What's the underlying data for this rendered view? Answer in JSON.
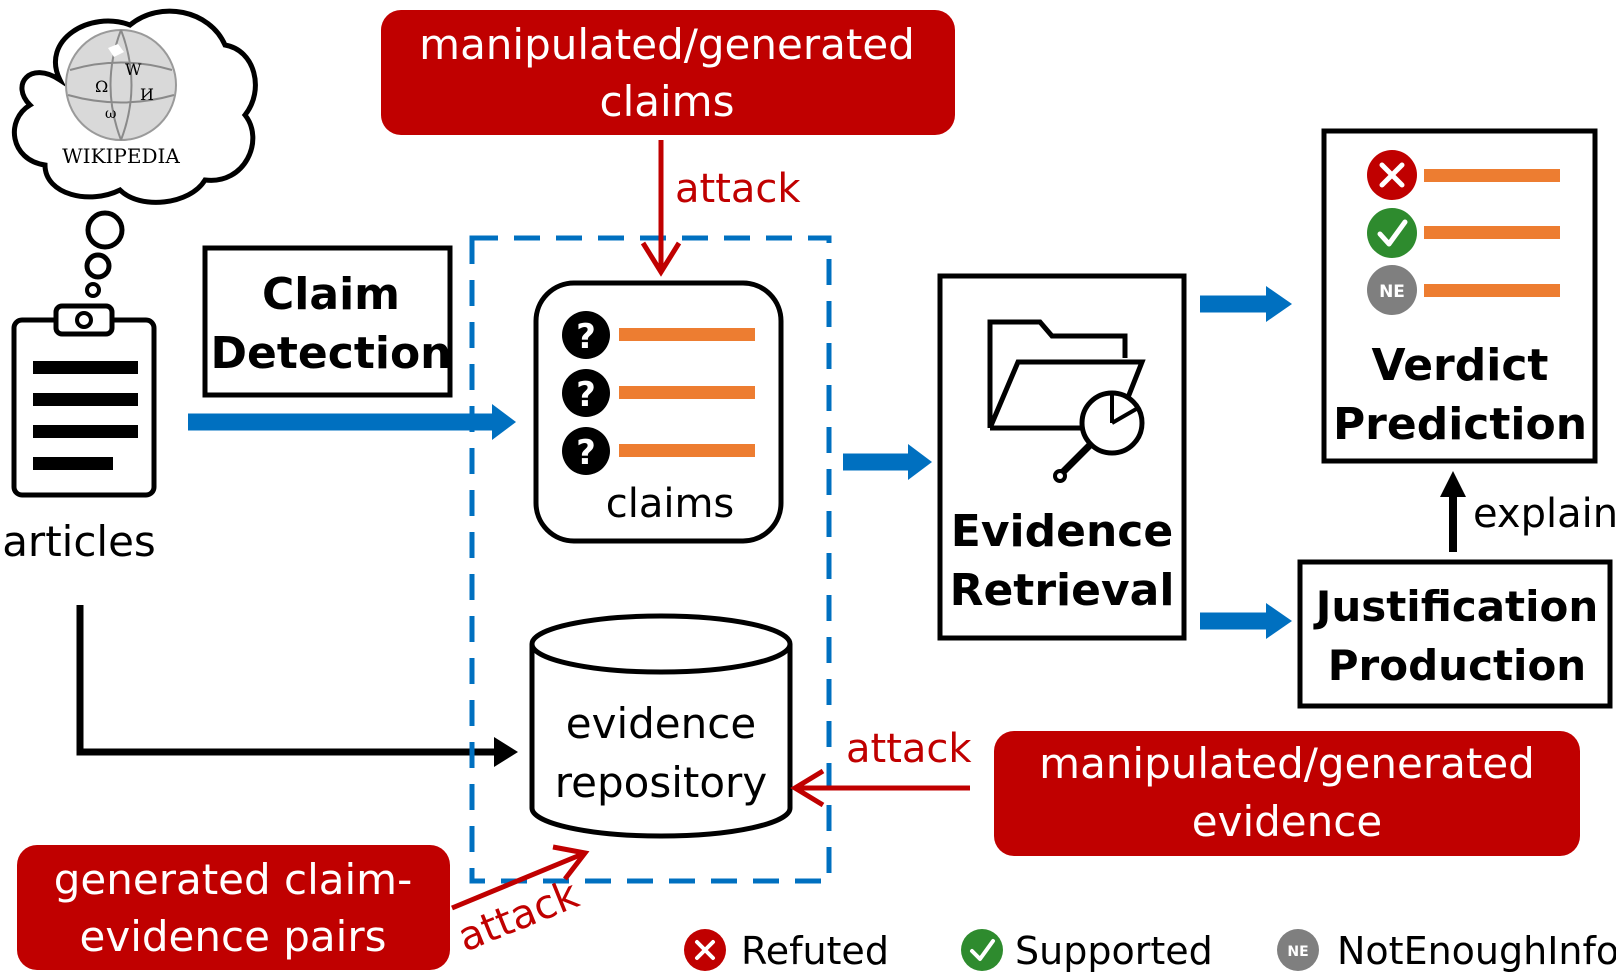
{
  "source": {
    "wiki_logo_text": "WIKIPEDIA",
    "articles_label": "articles"
  },
  "claim_detection": {
    "line1": "Claim",
    "line2": "Detection"
  },
  "claims_box": {
    "label": "claims",
    "question_mark": "?"
  },
  "evidence_repo": {
    "line1": "evidence",
    "line2": "repository"
  },
  "evidence_retrieval": {
    "line1": "Evidence",
    "line2": "Retrieval"
  },
  "verdict_prediction": {
    "line1": "Verdict",
    "line2": "Prediction",
    "badge_ne": "NE"
  },
  "justification": {
    "line1": "Justification",
    "line2": "Production",
    "explain_label": "explain"
  },
  "attacks": {
    "claims": {
      "line1": "manipulated/generated",
      "line2": "claims",
      "label": "attack"
    },
    "evidence": {
      "line1": "manipulated/generated",
      "line2": "evidence",
      "label": "attack"
    },
    "pairs": {
      "line1": "generated claim-",
      "line2": "evidence pairs",
      "label": "attack"
    }
  },
  "legend": {
    "refuted": "Refuted",
    "supported": "Supported",
    "ne_badge": "NE",
    "not_enough_info": "NotEnoughInfo"
  },
  "colors": {
    "attack_red": "#c00000",
    "flow_blue": "#0070c0",
    "line_orange": "#ed7d31",
    "refuted_red": "#c00000",
    "supported_green": "#2e8b2e",
    "ne_gray": "#7f7f7f"
  }
}
